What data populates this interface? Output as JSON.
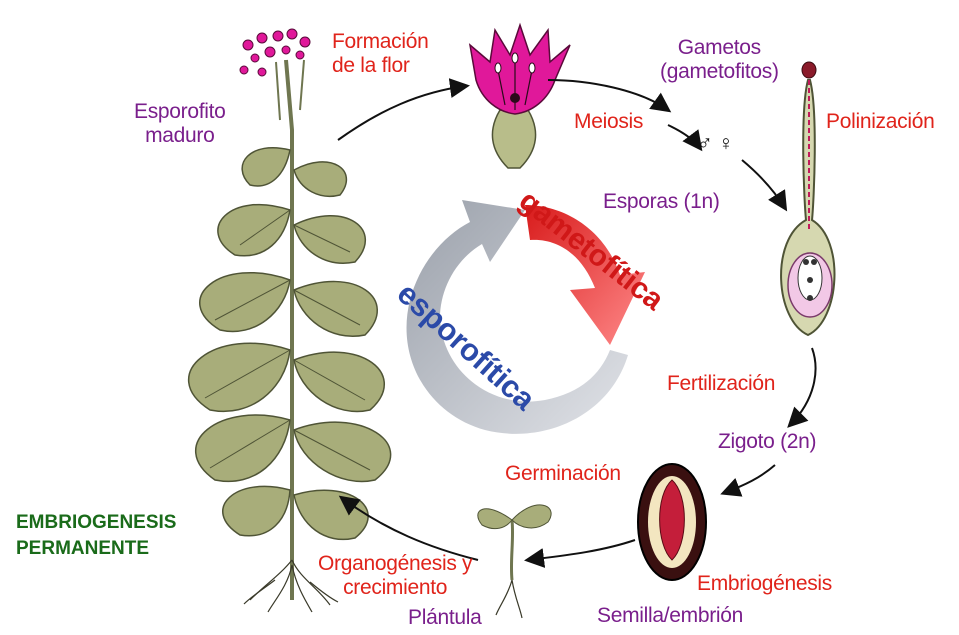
{
  "labels": {
    "formacion_flor": [
      "Formación",
      "de la flor"
    ],
    "gametos": [
      "Gametos",
      "(gametofitos)"
    ],
    "esporofito": [
      "Esporofito",
      "maduro"
    ],
    "meiosis": "Meiosis",
    "polinizacion": "Polinización",
    "gamete_symbols": "♂ ♀",
    "esporas": "Esporas (1n)",
    "gametofitica": "gametofítica",
    "esporofitica": "esporofítica",
    "fertilizacion": "Fertilización",
    "zigoto": "Zigoto (2n)",
    "germinacion": "Germinación",
    "embriogenesis_permanente": [
      "EMBRIOGENESIS",
      "PERMANENTE"
    ],
    "organogenesis": [
      "Organogénesis y",
      "crecimiento"
    ],
    "embriogenesis": "Embriogénesis",
    "plantula": "Plántula",
    "semilla": "Semilla/embrión"
  },
  "colors": {
    "red_label": "#e0241b",
    "purple_label": "#7a1f8c",
    "green_label": "#1a6b1a",
    "gametophytic_arrow": "#e84a4a",
    "sporophytic_arrow": "#b8bcc4",
    "sporophytic_text": "#2b4aa8",
    "leaf": "#a8ad7a",
    "flower": "#e0189a"
  }
}
